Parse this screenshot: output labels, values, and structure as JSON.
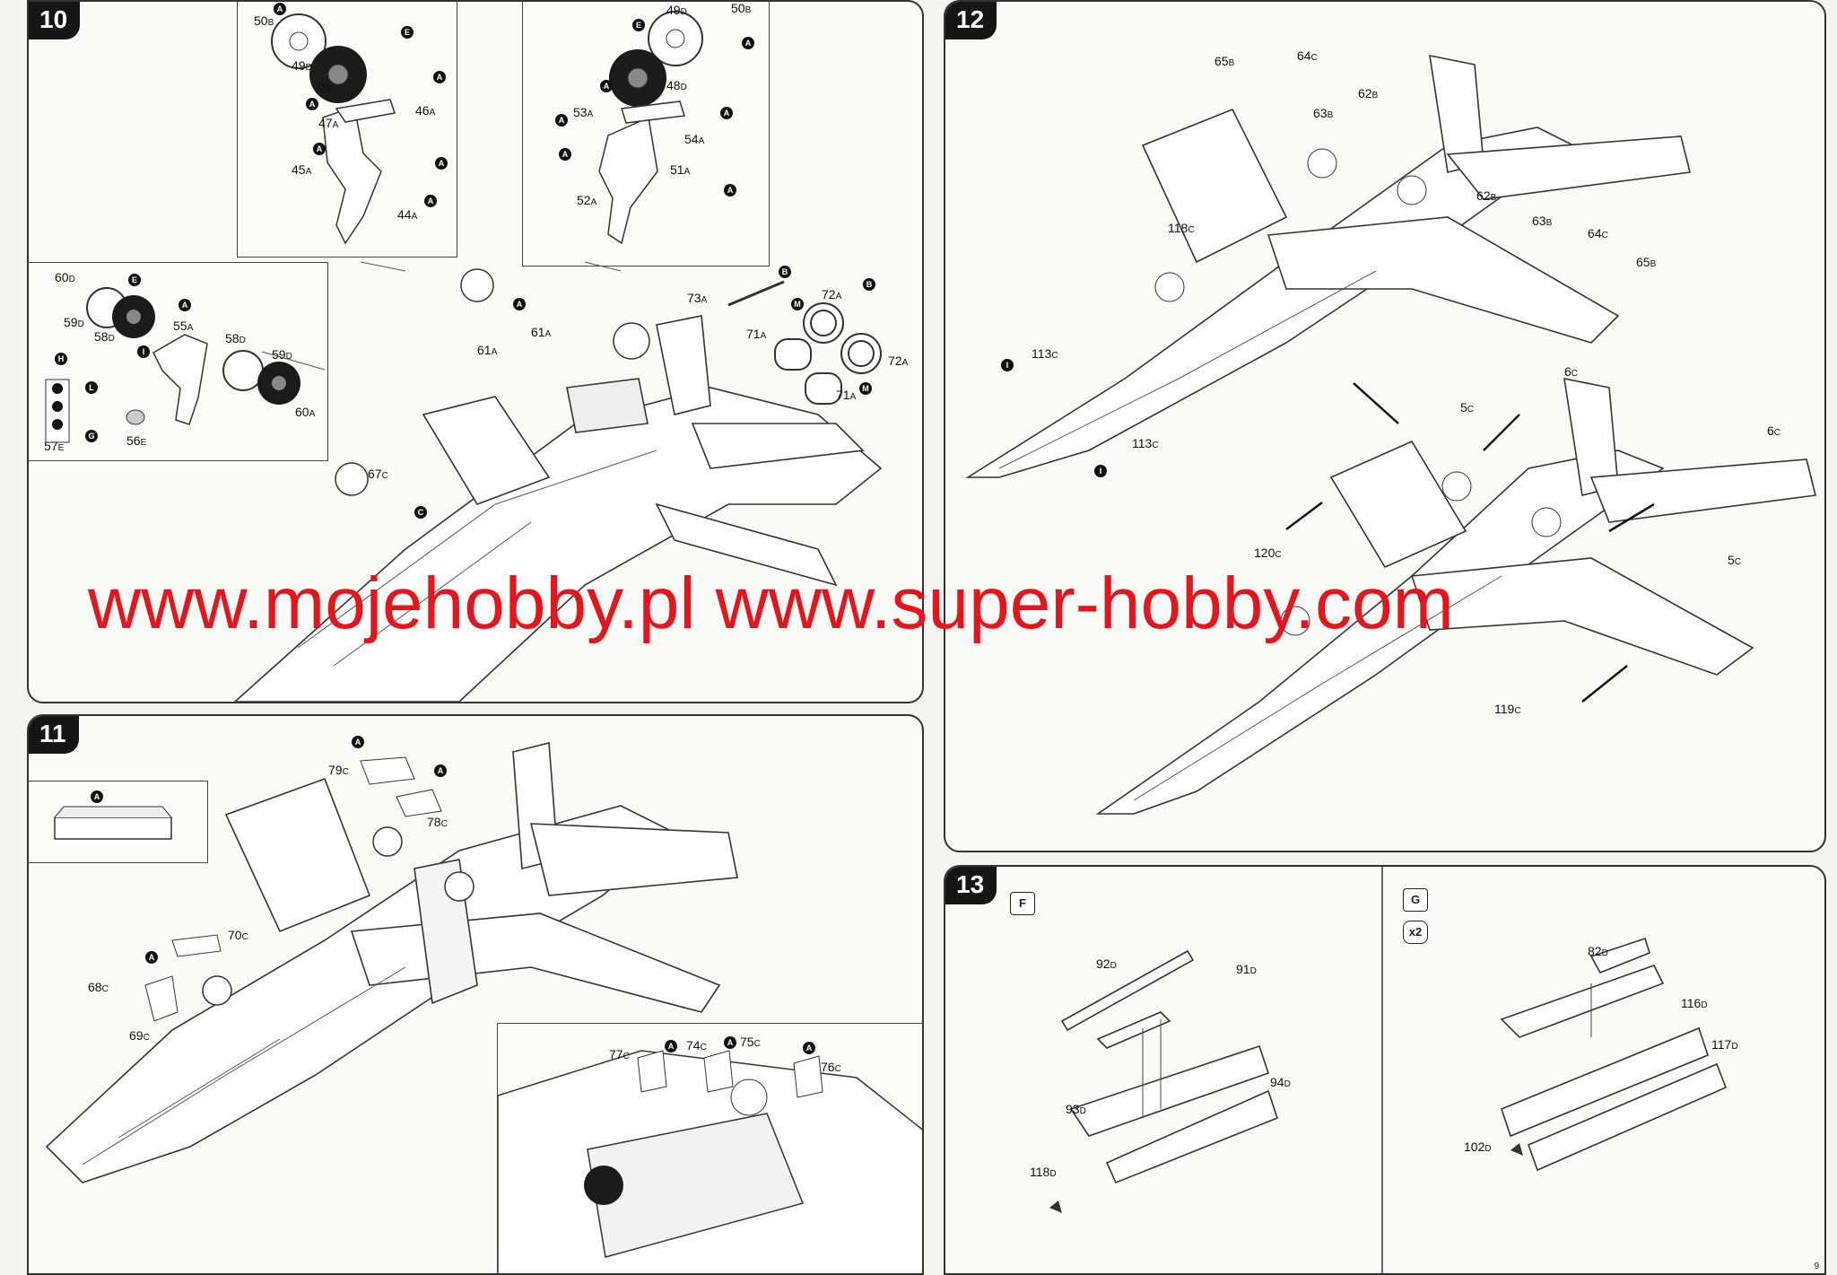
{
  "steps": {
    "s10": "10",
    "s11": "11",
    "s12": "12",
    "s13": "13"
  },
  "watermark": {
    "left": "www.mojehobby.pl",
    "right": "www.super-hobby.com"
  },
  "step10": {
    "inset_left": [
      {
        "num": "50",
        "sub": "B"
      },
      {
        "num": "49",
        "sub": "D"
      },
      {
        "num": "48",
        "sub": "D"
      },
      {
        "num": "47",
        "sub": "A"
      },
      {
        "num": "46",
        "sub": "A"
      },
      {
        "num": "45",
        "sub": "A"
      },
      {
        "num": "44",
        "sub": "A"
      }
    ],
    "inset_right": [
      {
        "num": "49",
        "sub": "D"
      },
      {
        "num": "50",
        "sub": "B"
      },
      {
        "num": "48",
        "sub": "D"
      },
      {
        "num": "53",
        "sub": "A"
      },
      {
        "num": "54",
        "sub": "A"
      },
      {
        "num": "51",
        "sub": "A"
      },
      {
        "num": "52",
        "sub": "A"
      }
    ],
    "inset_nose": [
      {
        "num": "60",
        "sub": "D"
      },
      {
        "num": "59",
        "sub": "D"
      },
      {
        "num": "58",
        "sub": "D"
      },
      {
        "num": "55",
        "sub": "A"
      },
      {
        "num": "58",
        "sub": "D"
      },
      {
        "num": "59",
        "sub": "D"
      },
      {
        "num": "60",
        "sub": "A"
      },
      {
        "num": "57",
        "sub": "E"
      },
      {
        "num": "56",
        "sub": "E"
      }
    ],
    "main": [
      {
        "num": "73",
        "sub": "A"
      },
      {
        "num": "72",
        "sub": "A"
      },
      {
        "num": "72",
        "sub": "A"
      },
      {
        "num": "71",
        "sub": "A"
      },
      {
        "num": "71",
        "sub": "A"
      },
      {
        "num": "61",
        "sub": "A"
      },
      {
        "num": "61",
        "sub": "A"
      },
      {
        "num": "67",
        "sub": "C"
      }
    ]
  },
  "step11": {
    "labels": [
      {
        "num": "79",
        "sub": "C"
      },
      {
        "num": "78",
        "sub": "C"
      },
      {
        "num": "70",
        "sub": "C"
      },
      {
        "num": "68",
        "sub": "C"
      },
      {
        "num": "69",
        "sub": "C"
      },
      {
        "num": "77",
        "sub": "C"
      },
      {
        "num": "74",
        "sub": "C"
      },
      {
        "num": "75",
        "sub": "C"
      },
      {
        "num": "76",
        "sub": "C"
      }
    ]
  },
  "step12": {
    "labels": [
      {
        "num": "65",
        "sub": "B"
      },
      {
        "num": "64",
        "sub": "C"
      },
      {
        "num": "63",
        "sub": "B"
      },
      {
        "num": "62",
        "sub": "B"
      },
      {
        "num": "118",
        "sub": "C"
      },
      {
        "num": "62",
        "sub": "B"
      },
      {
        "num": "63",
        "sub": "B"
      },
      {
        "num": "64",
        "sub": "C"
      },
      {
        "num": "65",
        "sub": "B"
      },
      {
        "num": "113",
        "sub": "C"
      },
      {
        "num": "113",
        "sub": "C"
      },
      {
        "num": "6",
        "sub": "C"
      },
      {
        "num": "5",
        "sub": "C"
      },
      {
        "num": "6",
        "sub": "C"
      },
      {
        "num": "120",
        "sub": "C"
      },
      {
        "num": "5",
        "sub": "C"
      },
      {
        "num": "119",
        "sub": "C"
      }
    ]
  },
  "step13": {
    "tag_f": "F",
    "tag_g": "G",
    "tag_x2": "x2",
    "labels_f": [
      {
        "num": "92",
        "sub": "D"
      },
      {
        "num": "91",
        "sub": "D"
      },
      {
        "num": "94",
        "sub": "D"
      },
      {
        "num": "93",
        "sub": "D"
      },
      {
        "num": "118",
        "sub": "D"
      }
    ],
    "labels_g": [
      {
        "num": "82",
        "sub": "D"
      },
      {
        "num": "116",
        "sub": "D"
      },
      {
        "num": "117",
        "sub": "D"
      },
      {
        "num": "102",
        "sub": "D"
      }
    ]
  },
  "markers": {
    "A": "A",
    "B": "B",
    "C": "C",
    "E": "E",
    "G": "G",
    "H": "H",
    "I": "I",
    "L": "L",
    "M": "M"
  },
  "page_number": "9"
}
